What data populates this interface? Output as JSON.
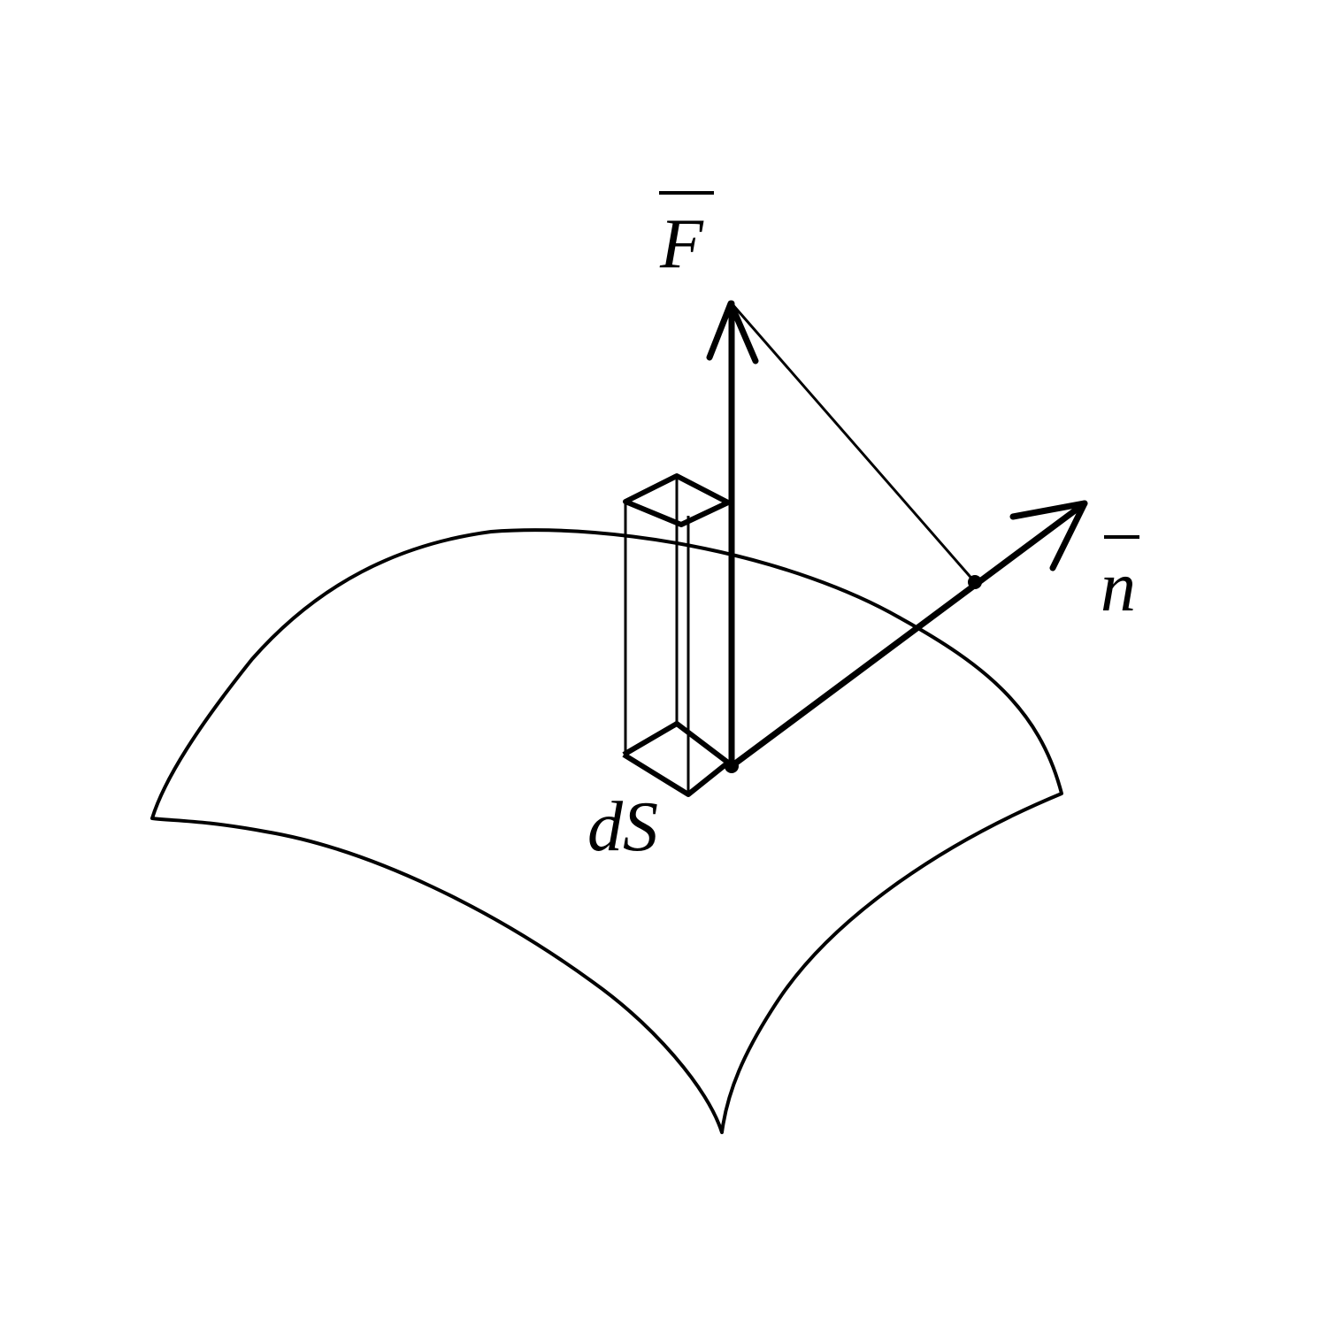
{
  "labels": {
    "force": "F",
    "normal": "n",
    "area": "dS"
  },
  "colors": {
    "stroke": "#000000",
    "background": "#ffffff"
  }
}
